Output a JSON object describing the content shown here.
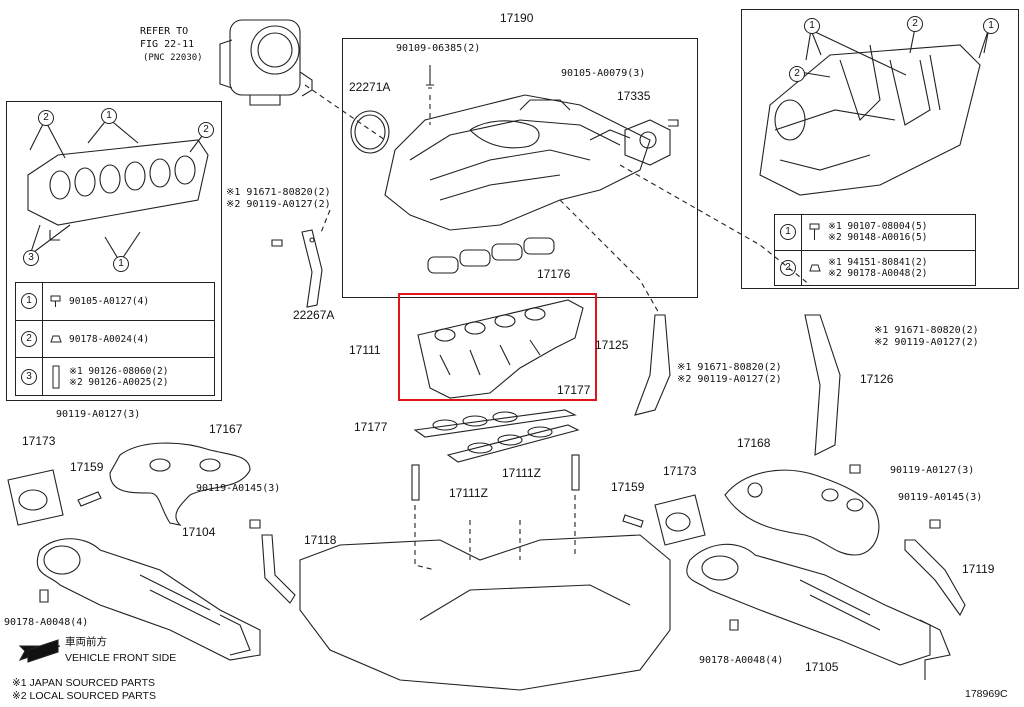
{
  "refer": {
    "line1": "REFER TO",
    "line2": "FIG 22-11",
    "line3": "(PNC 22030)"
  },
  "main_parts": {
    "p17190": "17190",
    "p22271A": "22271A",
    "p17335": "17335",
    "p17176": "17176",
    "p22267A": "22267A",
    "p17111": "17111",
    "p17125": "17125",
    "p17126": "17126",
    "p17177a": "17177",
    "p17177b": "17177",
    "p17111Za": "17111Z",
    "p17111Zb": "17111Z",
    "p17173a": "17173",
    "p17173b": "17173",
    "p17159a": "17159",
    "p17159b": "17159",
    "p17167": "17167",
    "p17168": "17168",
    "p17104": "17104",
    "p17105": "17105",
    "p17118": "17118",
    "p17119": "17119"
  },
  "bolt_labels": {
    "b90109": "90109-06385(2)",
    "b90105_79": "90105-A0079(3)",
    "left_bracket_l1": "※1 91671-80820(2)",
    "left_bracket_l2": "※2 90119-A0127(2)",
    "mid_bracket_l1": "※1 91671-80820(2)",
    "mid_bracket_l2": "※2 90119-A0127(2)",
    "right_bracket_l1": "※1 91671-80820(2)",
    "right_bracket_l2": "※2 90119-A0127(2)",
    "b90119_3": "90119-A0127(3)",
    "b90119_145_left": "90119-A0145(3)",
    "b90178_left": "90178-A0048(4)",
    "b90119_3_right": "90119-A0127(3)",
    "b90119_145_right": "90119-A0145(3)",
    "b90178_right": "90178-A0048(4)"
  },
  "left_legend": {
    "rows": [
      {
        "idx": "1",
        "text": "90105-A0127(4)"
      },
      {
        "idx": "2",
        "text": "90178-A0024(4)"
      },
      {
        "idx": "3",
        "text": "※1 90126-08060(2)\n※2 90126-A0025(2)"
      }
    ]
  },
  "right_legend": {
    "rows": [
      {
        "idx": "1",
        "text": "※1 90107-08004(5)\n※2 90148-A0016(5)"
      },
      {
        "idx": "2",
        "text": "※1 94151-80841(2)\n※2 90178-A0048(2)"
      }
    ]
  },
  "callouts": [
    "1",
    "2",
    "3"
  ],
  "footer": {
    "jp_direction": "車両前方",
    "vehicle_front": "VEHICLE FRONT SIDE",
    "note1": "※1 JAPAN SOURCED PARTS",
    "note2": "※2 LOCAL SOURCED PARTS",
    "fig_id": "178969C"
  },
  "colors": {
    "highlight": "#e0141b",
    "line": "#222222"
  }
}
